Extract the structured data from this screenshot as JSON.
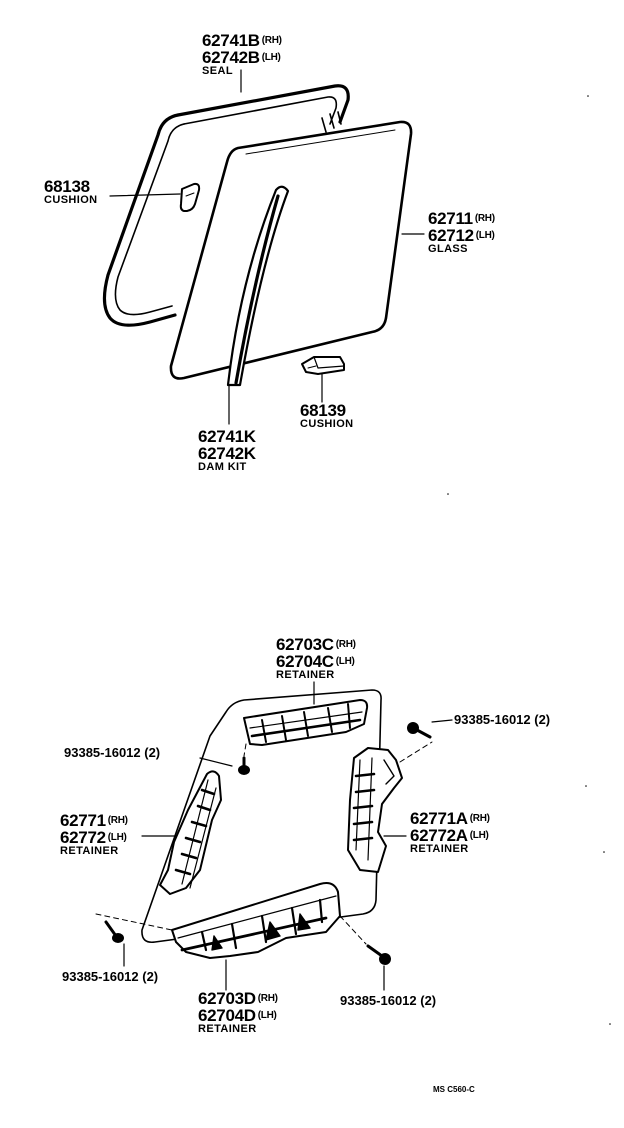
{
  "labels": {
    "seal": {
      "part_rh": "62741B",
      "suffix_rh": "(RH)",
      "part_lh": "62742B",
      "suffix_lh": "(LH)",
      "name": "SEAL"
    },
    "cushion_upper": {
      "part": "68138",
      "name": "CUSHION"
    },
    "glass": {
      "part_rh": "62711",
      "suffix_rh": "(RH)",
      "part_lh": "62712",
      "suffix_lh": "(LH)",
      "name": "GLASS"
    },
    "cushion_lower": {
      "part": "68139",
      "name": "CUSHION"
    },
    "dam_kit": {
      "part_a": "62741K",
      "part_b": "62742K",
      "name": "DAM KIT"
    },
    "retainer_top": {
      "part_rh": "62703C",
      "suffix_rh": "(RH)",
      "part_lh": "62704C",
      "suffix_lh": "(LH)",
      "name": "RETAINER"
    },
    "bolt_top_right": {
      "text": "93385-16012 (2)"
    },
    "bolt_top_left": {
      "text": "93385-16012 (2)"
    },
    "retainer_left": {
      "part_rh": "62771",
      "suffix_rh": "(RH)",
      "part_lh": "62772",
      "suffix_lh": "(LH)",
      "name": "RETAINER"
    },
    "retainer_right": {
      "part_rh": "62771A",
      "suffix_rh": "(RH)",
      "part_lh": "62772A",
      "suffix_lh": "(LH)",
      "name": "RETAINER"
    },
    "bolt_bottom_left": {
      "text": "93385-16012 (2)"
    },
    "bolt_bottom_right": {
      "text": "93385-16012 (2)"
    },
    "retainer_bottom": {
      "part_rh": "62703D",
      "suffix_rh": "(RH)",
      "part_lh": "62704D",
      "suffix_lh": "(LH)",
      "name": "RETAINER"
    },
    "figure_code": "MS C560-C"
  }
}
